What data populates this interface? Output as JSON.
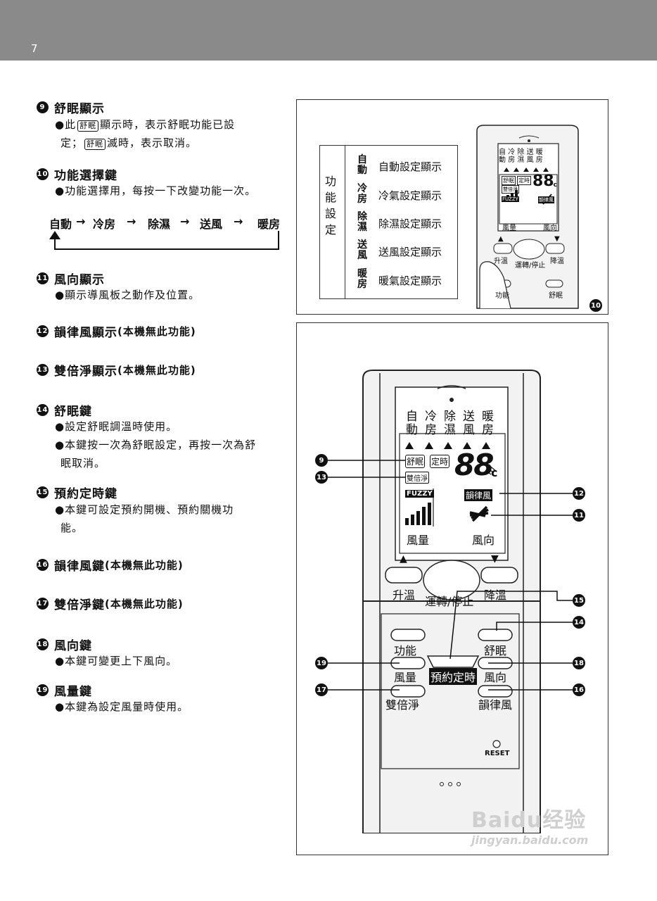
{
  "page": {
    "number": "7"
  },
  "sections": [
    {
      "num": "9",
      "title": "舒眠顯示",
      "note": "",
      "bullets": [
        "●此",
        "顯示時，表示舒眠功能已設",
        "定；",
        "滅時，表示取消。"
      ],
      "tag": "舒眠"
    },
    {
      "num": "10",
      "title": "功能選擇鍵",
      "note": "",
      "bullets": [
        "●功能選擇用，每按一下改變功能一次。"
      ]
    },
    {
      "num": "11",
      "title": "風向顯示",
      "note": "",
      "bullets": [
        "●顯示導風板之動作及位置。"
      ]
    },
    {
      "num": "12",
      "title": "韻律風顯示",
      "note": "(本機無此功能)",
      "bullets": []
    },
    {
      "num": "13",
      "title": "雙倍淨顯示",
      "note": "(本機無此功能)",
      "bullets": []
    },
    {
      "num": "14",
      "title": "舒眠鍵",
      "note": "",
      "bullets": [
        "●設定舒眠調溫時使用。",
        "●本鍵按一次為舒眠設定，再按一次為舒",
        "眠取消。"
      ]
    },
    {
      "num": "15",
      "title": "預約定時鍵",
      "note": "",
      "bullets": [
        "●本鍵可設定預約開機、預約關機功",
        "能。"
      ]
    },
    {
      "num": "16",
      "title": "韻律風鍵",
      "note": "(本機無此功能)",
      "bullets": []
    },
    {
      "num": "17",
      "title": "雙倍淨鍵",
      "note": "(本機無此功能)",
      "bullets": []
    },
    {
      "num": "18",
      "title": "風向鍵",
      "note": "",
      "bullets": [
        "●本鍵可變更上下風向。"
      ]
    },
    {
      "num": "19",
      "title": "風量鍵",
      "note": "",
      "bullets": [
        "●本鍵為設定風量時使用。"
      ]
    }
  ],
  "mode_sequence": {
    "items": [
      "自動",
      "冷房",
      "除濕",
      "送風",
      "暖房"
    ],
    "arrow": "→"
  },
  "function_panel": {
    "side_label": [
      "功",
      "能",
      "設",
      "定"
    ],
    "rows": [
      {
        "mode": [
          "自",
          "動"
        ],
        "desc": "自動設定顯示"
      },
      {
        "mode": [
          "冷",
          "房"
        ],
        "desc": "冷氣設定顯示"
      },
      {
        "mode": [
          "除",
          "濕"
        ],
        "desc": "除濕設定顯示"
      },
      {
        "mode": [
          "送",
          "風"
        ],
        "desc": "送風設定顯示"
      },
      {
        "mode": [
          "暖",
          "房"
        ],
        "desc": "暖氣設定顯示"
      }
    ],
    "callout": "10"
  },
  "remote": {
    "modes_top": [
      "自",
      "冷",
      "除",
      "送",
      "暖"
    ],
    "modes_bottom": [
      "動",
      "房",
      "濕",
      "風",
      "房"
    ],
    "lcd": {
      "sleep": "舒眠",
      "timer": "定時",
      "temp": "88",
      "unit": "°c",
      "double_clean": "雙倍淨",
      "fuzzy": "FUZZY",
      "rhythm": "韻律風",
      "fan_speed": "風量",
      "fan_dir": "風向"
    },
    "buttons": {
      "temp_up": "升溫",
      "temp_down": "降溫",
      "power": "運轉/停止",
      "function": "功能",
      "sleep": "舒眠",
      "fan_speed": "風量",
      "timer": "預約定時",
      "fan_dir": "風向",
      "double_clean": "雙倍淨",
      "rhythm": "韻律風",
      "reset": "RESET",
      "up_arrow": "▲",
      "down_arrow": "▼"
    },
    "callouts": [
      "9",
      "13",
      "12",
      "11",
      "15",
      "14",
      "19",
      "18",
      "17",
      "16"
    ]
  },
  "watermark": {
    "brand": "Baidu经验",
    "url": "jingyan.baidu.com"
  }
}
